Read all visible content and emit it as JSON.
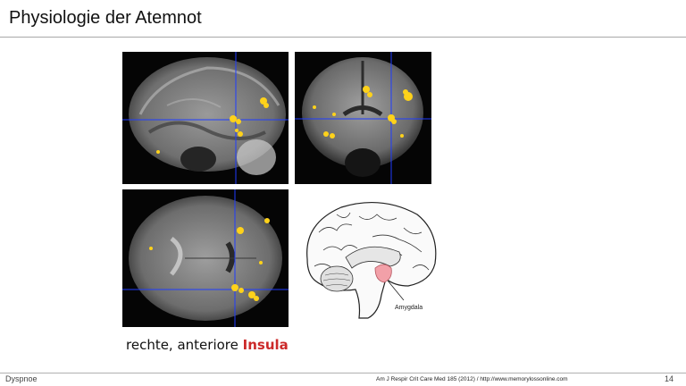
{
  "slide": {
    "title": "Physiologie der Atemnot",
    "caption_prefix": "rechte, anteriore ",
    "caption_highlight": "Insula",
    "highlight_color": "#cc2a2a",
    "brain_label": "Amygdala"
  },
  "footer": {
    "topic": "Dyspnoe",
    "source": "Am J Respir Crit Care Med 185 (2012) / http://www.memorylossonline.com",
    "page": "14"
  },
  "colors": {
    "activation": "#ffd21a",
    "crosshair": "#1e3cff",
    "amygdala": "#f2a0a8"
  }
}
